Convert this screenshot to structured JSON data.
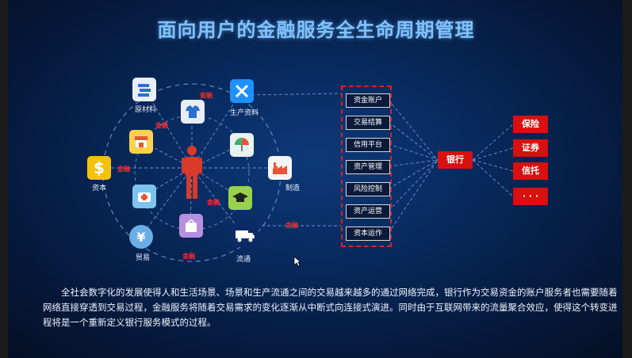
{
  "title": "面向用户的金融服务全生命周期管理",
  "left_nodes": [
    {
      "label": "原材料",
      "icon": "raw-material-icon"
    },
    {
      "label": "生产资料",
      "icon": "tools-icon"
    },
    {
      "label": "资本",
      "icon": "dollar-icon"
    },
    {
      "label": "制造",
      "icon": "factory-icon"
    },
    {
      "label": "贸易",
      "icon": "yen-icon"
    },
    {
      "label": "流通",
      "icon": "truck-icon"
    }
  ],
  "unlabeled_icons": [
    "shirt-icon",
    "shop-icon",
    "medical-kit-icon",
    "shopping-bag-icon",
    "umbrella-icon",
    "graduation-cap-icon",
    "person-icon"
  ],
  "finance_tag": "金融",
  "services": [
    "资金账户",
    "交易结算",
    "信用平台",
    "资产管理",
    "风险控制",
    "资产运营",
    "资本运作"
  ],
  "bank": "银行",
  "right_items": [
    "保险",
    "证券",
    "信托",
    "· · ·"
  ],
  "paragraph": "全社会数字化的发展使得人和生活场景、场景和生产流通之间的交易越来越多的通过网络完成，银行作为交易资金的账户服务者也需要随着网络直接穿透到交易过程，金融服务将随着交易需求的变化逐渐从中断式向连接式演进。同时由于互联网带来的流量聚合效应，使得这个转变进程将是一个重新定义银行服务模式的过程。",
  "colors": {
    "title": "#7fc3ff",
    "accent_red": "#d81010",
    "background": "#082a5e"
  }
}
